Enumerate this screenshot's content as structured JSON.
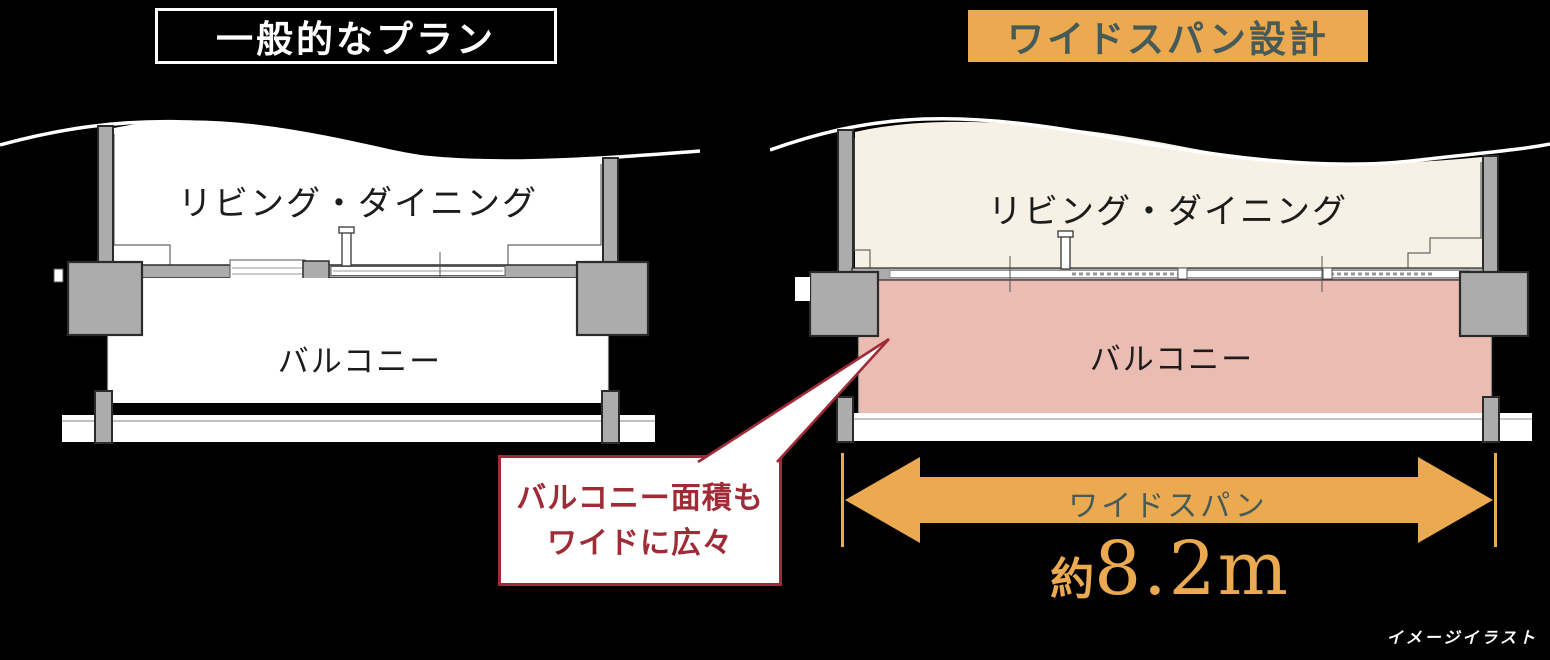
{
  "titles": {
    "left": "一般的なプラン",
    "right": "ワイドスパン設計"
  },
  "left_plan": {
    "name": "general-plan-section",
    "living_label": "リビング・ダイニング",
    "balcony_label": "バルコニー"
  },
  "right_plan": {
    "name": "wide-span-plan-section",
    "living_label": "リビング・ダイニング",
    "balcony_label": "バルコニー"
  },
  "callout": {
    "line1": "バルコニー面積も",
    "line2": "ワイドに広々"
  },
  "dimension": {
    "arrow_label": "ワイドスパン",
    "approx_prefix": "約",
    "value": "8.2m"
  },
  "footnote": "イメージイラスト",
  "colors": {
    "background": "#000000",
    "accent_orange": "#EBA950",
    "accent_red": "#9E2B36",
    "title_text_dark": "#465A58",
    "living_cream": "#F7F0E4",
    "balcony_pink": "#EBBCB2",
    "wall_gray": "#ACACAC",
    "outline_dark": "#2B2B2B"
  }
}
